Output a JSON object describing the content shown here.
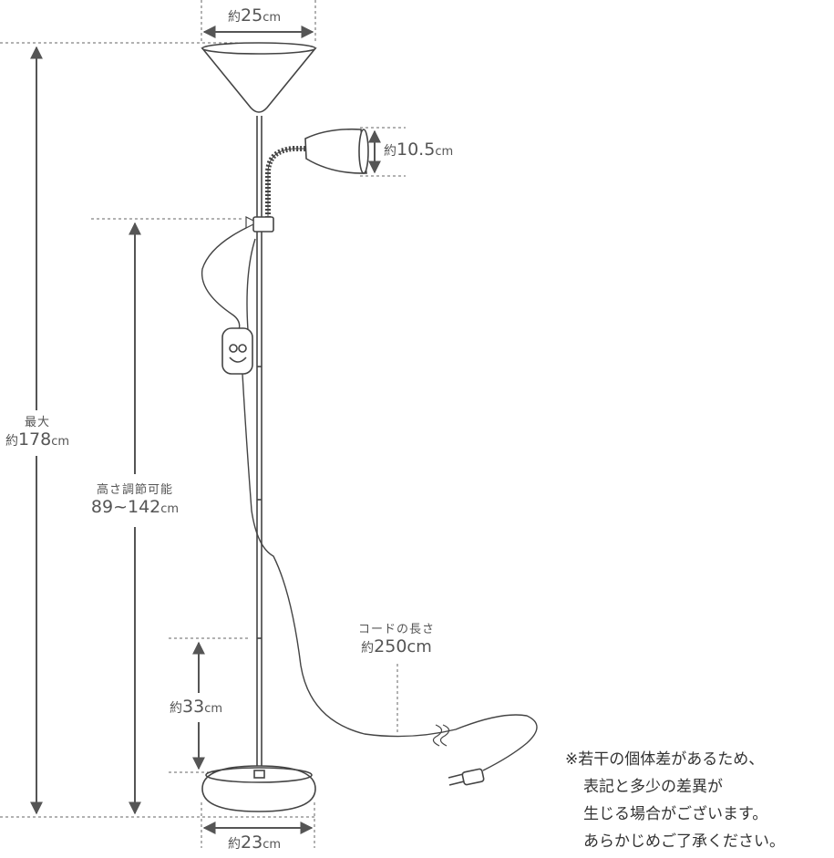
{
  "dimensions": {
    "shade_width": {
      "prefix": "約",
      "value": "25",
      "unit": "cm"
    },
    "spotlight_height": {
      "prefix": "約",
      "value": "10.5",
      "unit": "cm"
    },
    "max_height": {
      "caption": "最大",
      "prefix": "約",
      "value": "178",
      "unit": "cm"
    },
    "adjustable_height": {
      "caption": "高さ調節可能",
      "value": "89~142",
      "unit": "cm"
    },
    "cord_length": {
      "caption": "コードの長さ",
      "prefix": "約",
      "value": "250",
      "unit": "cm"
    },
    "base_pole_height": {
      "prefix": "約",
      "value": "33",
      "unit": "cm"
    },
    "base_width": {
      "prefix": "約",
      "value": "23",
      "unit": "cm"
    }
  },
  "note": {
    "lines": [
      "※若干の個体差があるため、",
      "表記と多少の差異が",
      "生じる場合がございます。",
      "あらかじめご了承ください。"
    ]
  },
  "colors": {
    "line": "#555555",
    "text": "#555555",
    "note_text": "#333333"
  }
}
